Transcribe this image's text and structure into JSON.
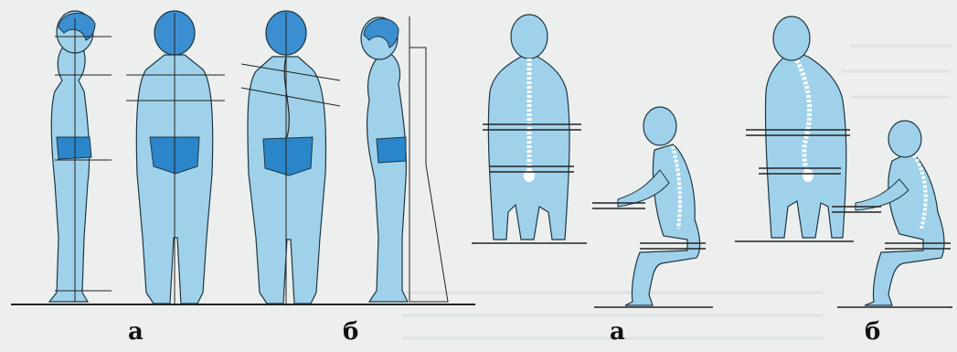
{
  "captions": {
    "standing_correct": "а",
    "standing_incorrect": "б",
    "sitting_correct": "а",
    "sitting_incorrect": "б"
  },
  "colors": {
    "background": "#ecefed",
    "figure_fill": "#9fd2ea",
    "hair_fill": "#3b8fd0",
    "trunks_fill": "#2a86c9",
    "outline": "#1f3544",
    "guide_line": "#222222",
    "spine": "#ffffff"
  }
}
